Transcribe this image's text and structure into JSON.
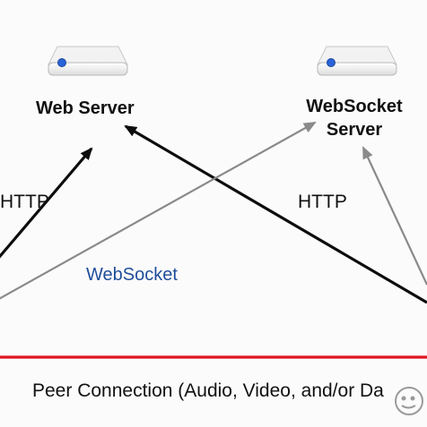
{
  "servers": {
    "web": {
      "label": "Web Server"
    },
    "websocket": {
      "label_line1": "WebSocket",
      "label_line2": "Server"
    }
  },
  "connections": {
    "http_left_label": "HTTP",
    "http_right_label": "HTTP",
    "websocket_label": "WebSocket",
    "peer_connection_label": "Peer Connection (Audio, Video, and/or Da"
  },
  "colors": {
    "http_arrow": "#0d0d0d",
    "websocket_arrow": "#8a8a8a",
    "peer_line": "#e0141e",
    "websocket_label": "#1f4e9a",
    "server_dot": "#2a63d6"
  },
  "icons": [
    "server-icon",
    "watermark-icon"
  ]
}
